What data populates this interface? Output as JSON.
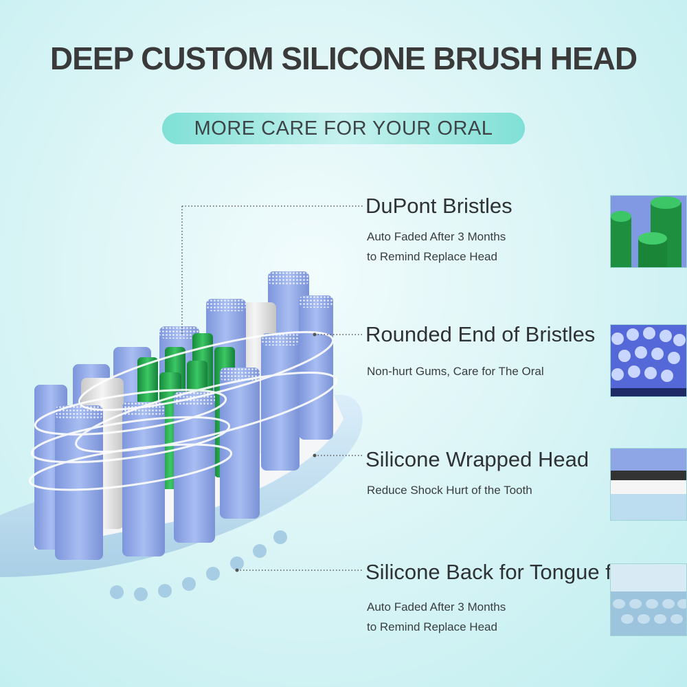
{
  "title": "DEEP CUSTOM SILICONE BRUSH HEAD",
  "subtitle": "MORE CARE FOR YOUR ORAL",
  "features": [
    {
      "title": "DuPont Bristles",
      "desc1": "Auto Faded After 3 Months",
      "desc2": "to Remind Replace Head",
      "icon": "green-bristles-closeup"
    },
    {
      "title": "Rounded End of Bristles",
      "desc1": "Non-hurt Gums, Care for The Oral",
      "desc2": "",
      "icon": "rounded-bristle-tips-closeup"
    },
    {
      "title": "Silicone Wrapped Head",
      "desc1": "Reduce Shock Hurt of the Tooth",
      "desc2": "",
      "icon": "silicone-head-edge-closeup"
    },
    {
      "title": "Silicone Back for Tongue fur",
      "desc1": "Auto Faded After 3 Months",
      "desc2": "to Remind Replace Head",
      "icon": "tongue-cleaner-nubs-closeup"
    }
  ],
  "colors": {
    "bristle_blue": "#8fa9e8",
    "bristle_green": "#1fa84a",
    "bristle_white": "#e6e6e6",
    "head_silicone": "#c9e3f3",
    "pill_accent": "#7fe0d6"
  }
}
